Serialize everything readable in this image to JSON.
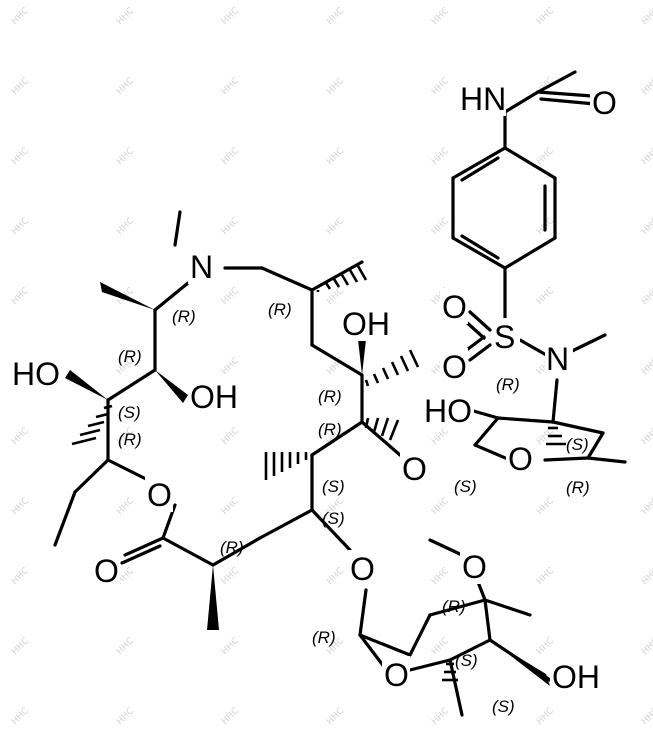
{
  "structure": {
    "atom_labels": {
      "nh_amide": "HN",
      "o_carbonyl_acetyl": "O",
      "o_sulfonyl_1": "O",
      "s_sulfonyl": "S",
      "o_sulfonyl_2": "O",
      "n_sulfonamide": "N",
      "n_ring": "N",
      "oh_c6": "OH",
      "oh_c12": "HO",
      "oh_c11": "OH",
      "oh_c2_desosamine": "HO",
      "o_glycosidic_5": "O",
      "o_ring_desosamine": "O",
      "o_lactone": "O",
      "o_carbonyl_lactone": "O",
      "o_glycosidic_3": "O",
      "o_methoxy": "O",
      "o_ring_cladinose": "O",
      "oh_c4_cladinose": "OH"
    },
    "stereo_descriptors": {
      "c_n_ring_methyl": "(R)",
      "c_ring_methyl_top": "(R)",
      "c_c11": "(R)",
      "c_c12": "(S)",
      "c_c13": "(R)",
      "c_c6_a": "(R)",
      "c_c6_b": "(R)",
      "c_c2_desosamine": "(R)",
      "c_c3_desosamine": "(S)",
      "c_c5_desosamine": "(R)",
      "c_c1_desosamine": "(S)",
      "c_c5": "(S)",
      "c_c4": "(S)",
      "c_c2": "(R)",
      "c_c1_cladinose": "(R)",
      "c_c3_cladinose": "(R)",
      "c_c4_cladinose": "(S)",
      "c_c5_cladinose": "(S)"
    },
    "watermark": "HHC"
  }
}
